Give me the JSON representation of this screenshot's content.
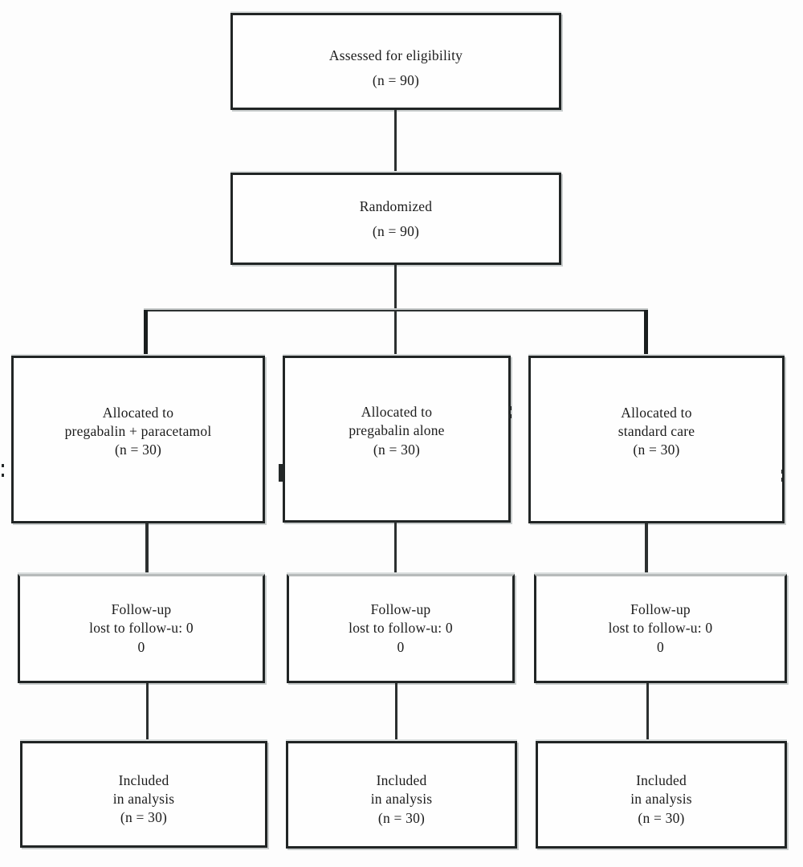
{
  "diagram": {
    "type": "consort-flow",
    "colors": {
      "box_border": "#212525",
      "text": "#1c1c1c",
      "line": "#2c3030",
      "line_shadow": "#c6caca",
      "background": "#fdfdfd"
    },
    "assessed": {
      "lines": [
        "Assessed for eligibility",
        "(n = 90)"
      ]
    },
    "randomized": {
      "lines": [
        "Randomized",
        "(n = 90)"
      ]
    },
    "arms": [
      {
        "allocated": {
          "lines": [
            "Allocated to",
            "pregabalin + paracetamol",
            "(n = 30)"
          ]
        },
        "followup": {
          "lines": [
            "Follow-up",
            "lost to follow-u: 0",
            "0"
          ]
        },
        "analysis": {
          "lines": [
            "Included",
            "in analysis",
            "(n = 30)"
          ]
        }
      },
      {
        "allocated": {
          "lines": [
            "Allocated to",
            "pregabalin alone",
            "(n = 30)"
          ]
        },
        "followup": {
          "lines": [
            "Follow-up",
            "lost to follow-u: 0",
            "0"
          ]
        },
        "analysis": {
          "lines": [
            "Included",
            "in analysis",
            "(n = 30)"
          ]
        }
      },
      {
        "allocated": {
          "lines": [
            "Allocated to",
            "standard care",
            "(n = 30)"
          ]
        },
        "followup": {
          "lines": [
            "Follow-up",
            "lost to follow-u: 0",
            "0"
          ]
        },
        "analysis": {
          "lines": [
            "Included",
            "in analysis",
            "(n = 30)"
          ]
        }
      }
    ]
  }
}
